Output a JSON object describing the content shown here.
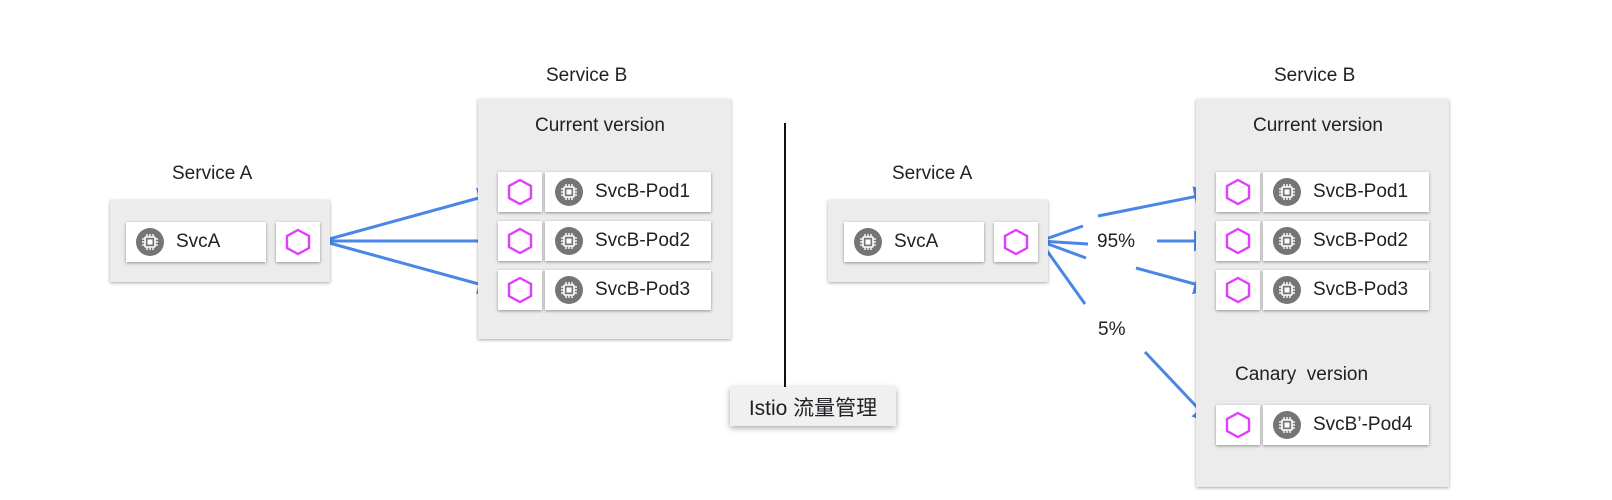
{
  "colors": {
    "arrow": "#4a86e8",
    "hexagon": "#e040fb",
    "panel": "#ececec",
    "chip": "#757575"
  },
  "left": {
    "service_a": {
      "title": "Service A",
      "card": {
        "label": "SvcA",
        "icon": "chip-icon"
      },
      "proxy_icon": "hexagon-icon"
    },
    "service_b": {
      "title": "Service B",
      "current_title": "Current version",
      "pods": [
        {
          "label": "SvcB-Pod1"
        },
        {
          "label": "SvcB-Pod2"
        },
        {
          "label": "SvcB-Pod3"
        }
      ]
    }
  },
  "right": {
    "service_a": {
      "title": "Service A",
      "card": {
        "label": "SvcA",
        "icon": "chip-icon"
      },
      "proxy_icon": "hexagon-icon"
    },
    "service_b": {
      "title": "Service B",
      "current_title": "Current version",
      "pods": [
        {
          "label": "SvcB-Pod1"
        },
        {
          "label": "SvcB-Pod2"
        },
        {
          "label": "SvcB-Pod3"
        }
      ],
      "canary_title": "Canary  version",
      "canary_pod": {
        "label": "SvcB’-Pod4"
      }
    },
    "split": {
      "main_pct": "95%",
      "canary_pct": "5%"
    }
  },
  "caption": "Istio 流量管理"
}
